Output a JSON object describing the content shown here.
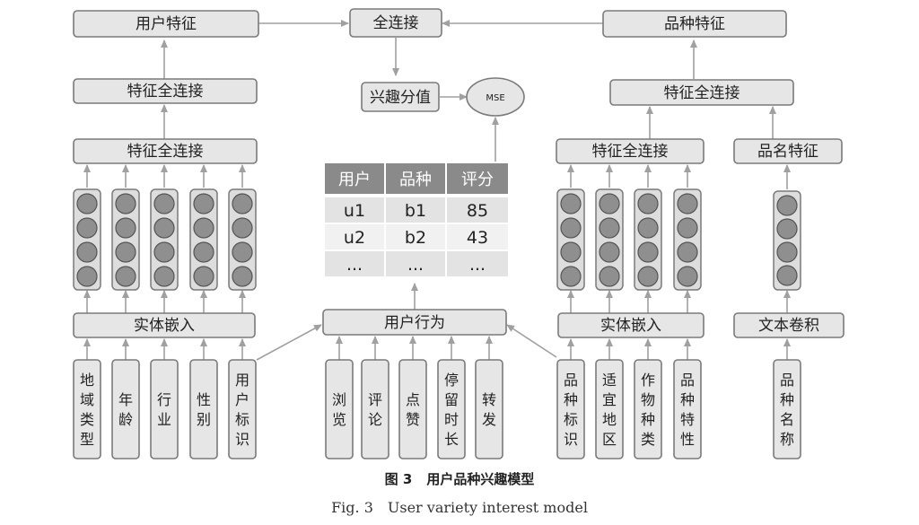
{
  "figure": {
    "caption_cn_num": "图 3",
    "caption_cn_text": "用户品种兴趣模型",
    "caption_en_num": "Fig. 3",
    "caption_en_text": "User variety interest model"
  },
  "nodes": {
    "user_feature": "用户特征",
    "full_connect": "全连接",
    "variety_feature": "品种特征",
    "user_fc_top": "特征全连接",
    "user_fc_bottom": "特征全连接",
    "interest_score": "兴趣分值",
    "mse": "MSE",
    "variety_fc_top": "特征全连接",
    "variety_fc_mid": "特征全连接",
    "name_feature": "品名特征",
    "user_embed": "实体嵌入",
    "user_behavior": "用户行为",
    "variety_embed": "实体嵌入",
    "text_conv": "文本卷积"
  },
  "user_inputs": [
    "地域类型",
    "年龄",
    "行业",
    "性别",
    "用户标识"
  ],
  "behavior_inputs": [
    "浏览",
    "评论",
    "点赞",
    "停留时长",
    "转发"
  ],
  "variety_inputs": [
    "品种标识",
    "适宜地区",
    "作物种类",
    "品种特性"
  ],
  "name_input": [
    "品种名称"
  ],
  "table": {
    "headers": [
      "用户",
      "品种",
      "评分"
    ],
    "rows": [
      [
        "u1",
        "b1",
        "85"
      ],
      [
        "u2",
        "b2",
        "43"
      ],
      [
        "...",
        "...",
        "..."
      ]
    ]
  },
  "colors": {
    "box_fill": "#e6e6e6",
    "stroke": "#7a7a7a",
    "node": "#8f8f8f",
    "table_header": "#8a8a8a"
  }
}
